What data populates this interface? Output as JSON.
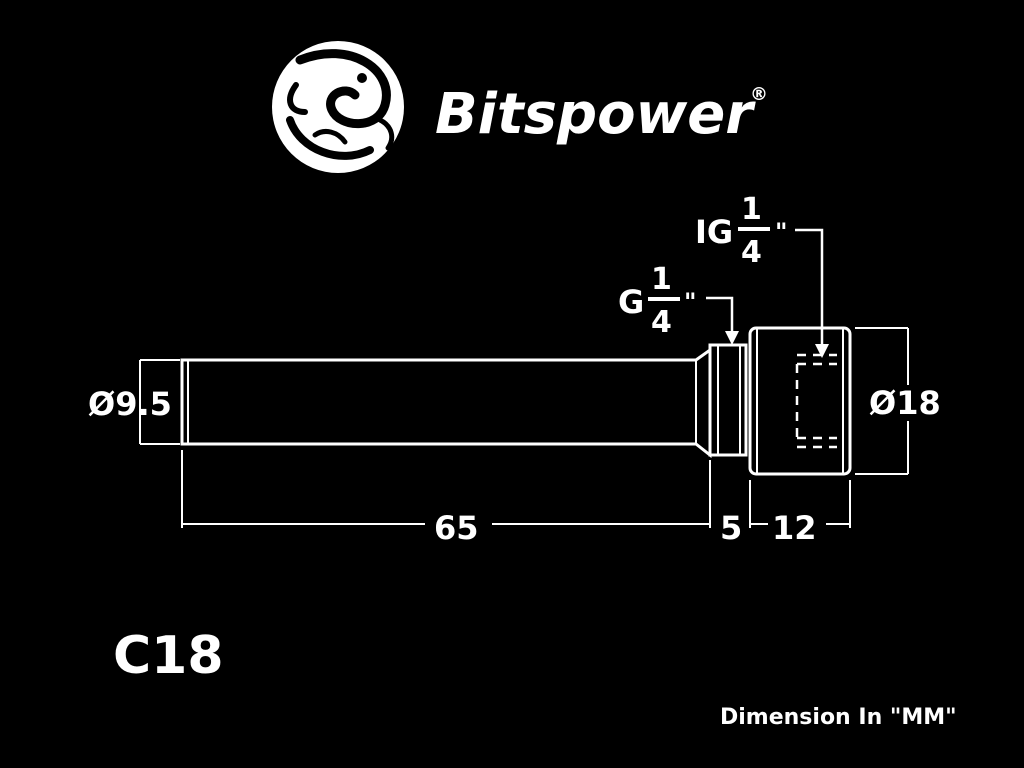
{
  "brand": {
    "name": "Bitspower",
    "registered_mark": "®",
    "logo_icon": "dragon-emblem-icon"
  },
  "labels": {
    "ig_thread_prefix": "IG",
    "g_thread_prefix": "G",
    "fraction_numerator": "1",
    "fraction_denominator": "4",
    "inch_mark": "\"",
    "tube_diameter": "Ø9.5",
    "body_diameter": "Ø18",
    "length_tube": "65",
    "length_thread": "5",
    "length_body": "12",
    "model": "C18",
    "dimension_note": "Dimension In \"MM\""
  },
  "colors": {
    "background": "#000000",
    "foreground": "#ffffff"
  }
}
